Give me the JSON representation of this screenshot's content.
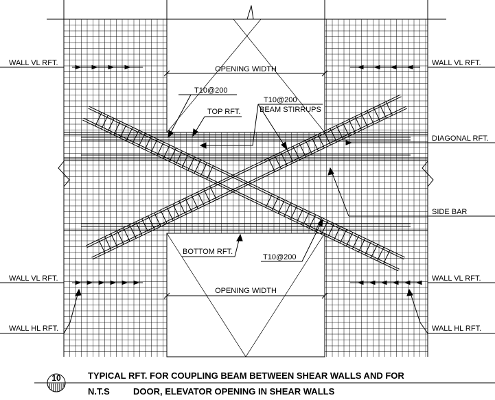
{
  "labels": {
    "wall_vl_top_left": "WALL VL RFT.",
    "wall_vl_top_right": "WALL VL RFT.",
    "opening_width_top": "OPENING WIDTH",
    "stirrup_left": "T10@200",
    "stirrup_right_line1": "T10@200",
    "stirrup_right_line2": "BEAM STIRRUPS",
    "top_rft": "TOP RFT.",
    "diagonal_rft": "DIAGONAL RFT.",
    "side_bar": "SIDE BAR",
    "bottom_rft": "BOTTOM RFT.",
    "stirrup_bottom": "T10@200",
    "wall_vl_bottom_left": "WALL VL RFT.",
    "wall_vl_bottom_right": "WALL VL RFT.",
    "opening_width_bottom": "OPENING WIDTH",
    "wall_hl_left": "WALL HL RFT.",
    "wall_hl_right": "WALL HL RFT."
  },
  "title_block": {
    "detail_number": "10",
    "title_line1": "TYPICAL RFT. FOR COUPLING BEAM BETWEEN SHEAR WALLS AND FOR",
    "scale": "N.T.S",
    "title_line2": "DOOR, ELEVATOR OPENING IN SHEAR WALLS"
  }
}
